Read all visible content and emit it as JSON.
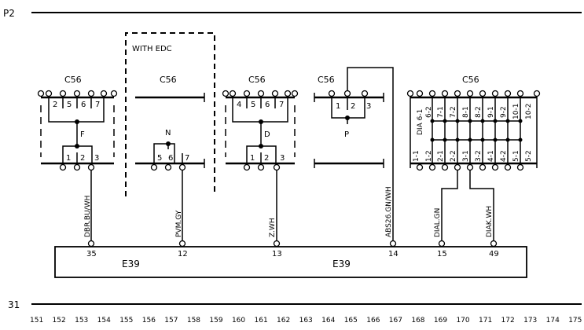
{
  "rails": {
    "top": "P2",
    "bottom": "31"
  },
  "edc_label": "WITH EDC",
  "ecu": {
    "left_name": "E39",
    "right_name": "E39",
    "pins": [
      "35",
      "12",
      "13",
      "14",
      "15",
      "49"
    ]
  },
  "connectors": [
    {
      "title": "C56",
      "pins_top": [
        "2",
        "5",
        "6",
        "7"
      ],
      "node": "F",
      "pins_bottom": [
        "1",
        "2",
        "3"
      ]
    },
    {
      "title": "C56",
      "node": "N",
      "pins_bottom": [
        "5",
        "6",
        "7"
      ]
    },
    {
      "title": "C56",
      "pins_top": [
        "4",
        "5",
        "6",
        "7"
      ],
      "node": "D",
      "pins_bottom": [
        "1",
        "2",
        "3"
      ]
    },
    {
      "title": "C56",
      "pins_top": [
        "1",
        "2",
        "3"
      ],
      "node": "P"
    },
    {
      "title": "C56",
      "pins_top": [
        "DIA 6-1",
        "6-2",
        "7-1",
        "7-2",
        "8-1",
        "8-2",
        "9-1",
        "9-2",
        "10-1",
        "10-2"
      ],
      "pins_bottom": [
        "1-1",
        "1-2",
        "2-1",
        "2-2",
        "3-1",
        "3-2",
        "4-1",
        "4-2",
        "5-1",
        "5-2"
      ]
    }
  ],
  "wires": [
    "DBR.BU/WH",
    "PVM.GY",
    "Z.WH",
    "ABS26.GN/WH",
    "DIAL.GN",
    "DIAK.WH"
  ],
  "scale": [
    "151",
    "152",
    "153",
    "154",
    "155",
    "156",
    "157",
    "158",
    "159",
    "160",
    "161",
    "162",
    "163",
    "164",
    "165",
    "166",
    "167",
    "168",
    "169",
    "170",
    "171",
    "172",
    "173",
    "174",
    "175"
  ]
}
